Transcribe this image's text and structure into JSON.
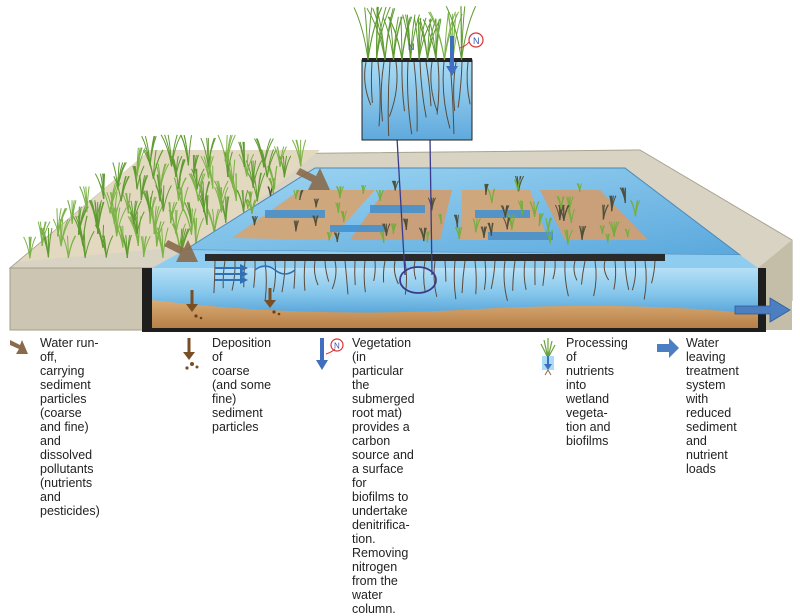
{
  "legend": [
    {
      "id": "runoff",
      "text": "Water run-off, carrying\nsediment particles (coarse\nand fine) and dissolved\npollutants (nutrients and\npesticides)",
      "icon": "brown-arrow-icon"
    },
    {
      "id": "deposition",
      "text": "Deposition of\ncoarse (and some\nfine) sediment\nparticles",
      "icon": "sediment-drop-icon"
    },
    {
      "id": "vegetation",
      "text": "Vegetation (in particular the\nsubmerged root mat) provides a\ncarbon source and a surface for\nbiofilms to undertake denitrifica-\ntion. Removing nitrogen from the\nwater column.",
      "icon": "nitrogen-arrow-icon"
    },
    {
      "id": "processing",
      "text": "Processing of\nnutrients into\nwetland vegeta-\ntion and biofilms",
      "icon": "plant-uptake-icon"
    },
    {
      "id": "leaving",
      "text": "Water leaving\ntreatment system\nwith reduced\nsediment and\nnutrient loads",
      "icon": "blue-arrow-icon"
    }
  ],
  "labels": {
    "nitrogen_symbol": "N"
  },
  "colors": {
    "water": "#7fc4ea",
    "water_deep": "#3f8fc9",
    "sediment": "#c8955e",
    "grass": "#6aa23a",
    "bank": "#cfcab8",
    "arrow_brown": "#8a6a4a",
    "arrow_blue": "#4c7fc2",
    "raft": "#2c2c2c"
  }
}
